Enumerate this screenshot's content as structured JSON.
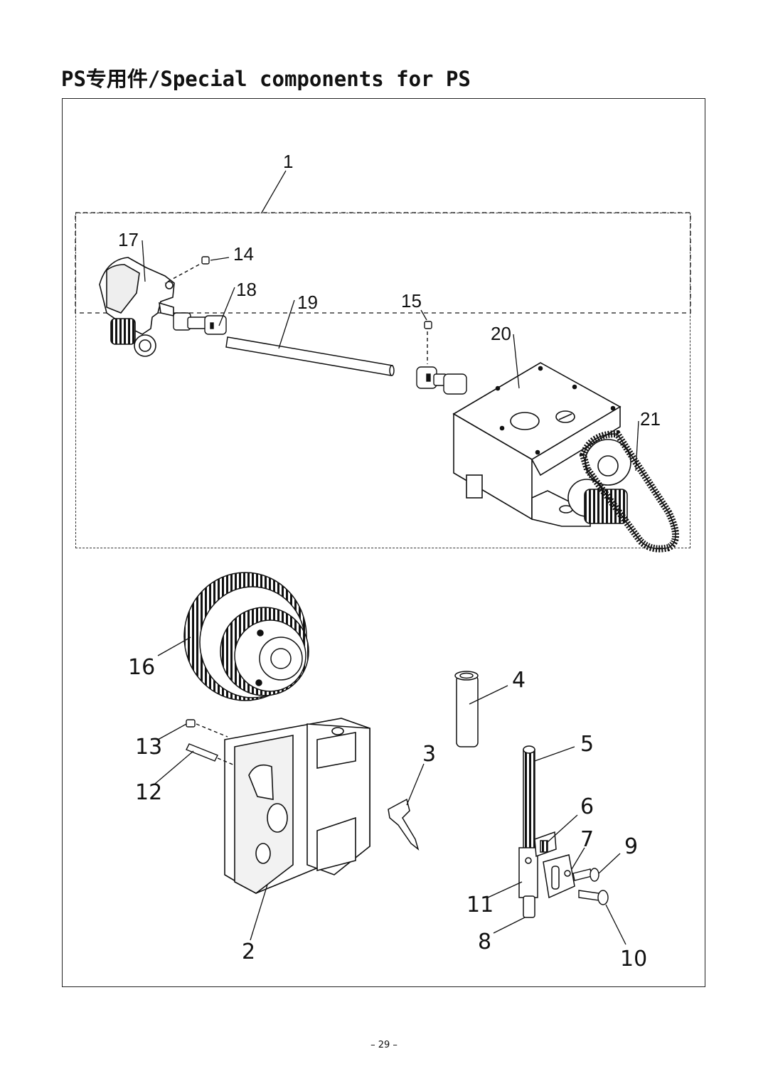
{
  "page": {
    "title": "PS专用件/Special components for PS",
    "page_number": "– 29 –"
  },
  "callouts": {
    "c1": "1",
    "c2": "2",
    "c3": "3",
    "c4": "4",
    "c5": "5",
    "c6": "6",
    "c7": "7",
    "c8": "8",
    "c9": "9",
    "c10": "10",
    "c11": "11",
    "c12": "12",
    "c13": "13",
    "c14": "14",
    "c15": "15",
    "c16": "16",
    "c17": "17",
    "c18": "18",
    "c19": "19",
    "c20": "20",
    "c21": "21"
  }
}
